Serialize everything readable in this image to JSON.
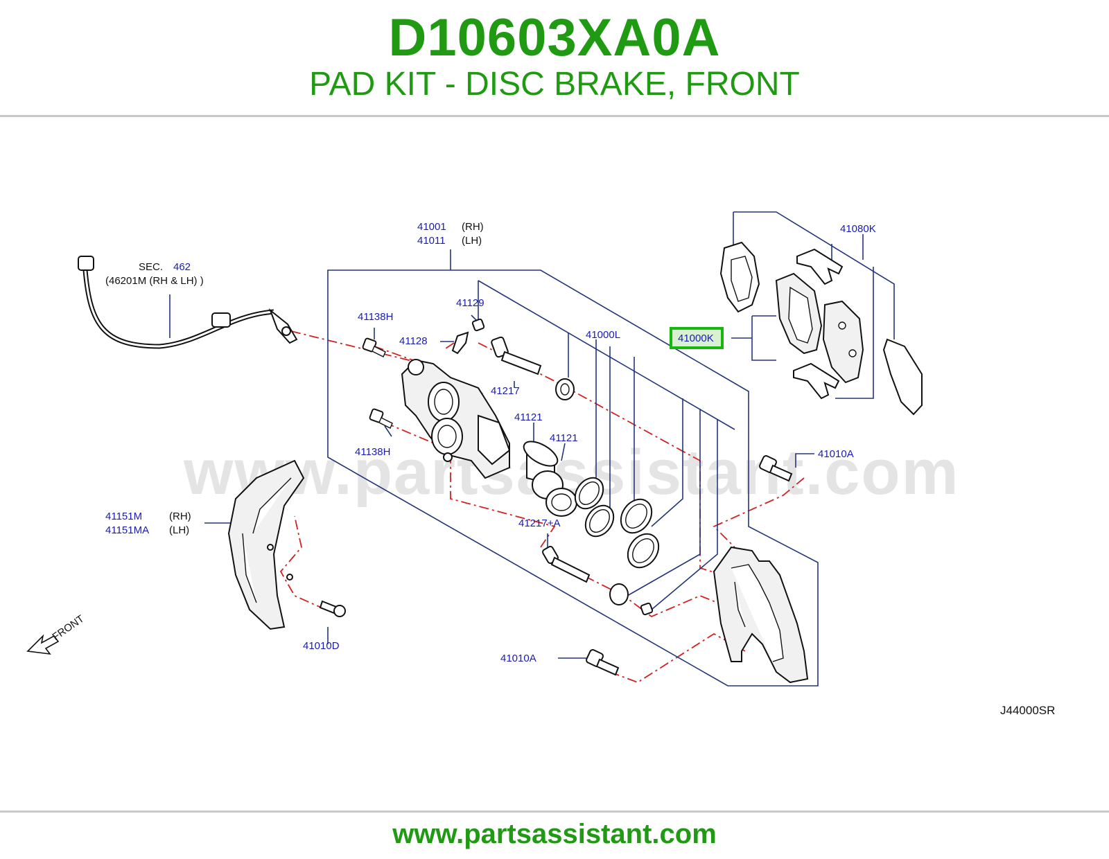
{
  "header": {
    "part_number": "D10603XA0A",
    "part_title": "PAD KIT - DISC BRAKE, FRONT"
  },
  "watermark": "www.partsassistant.com",
  "footer": {
    "url": "www.partsassistant.com"
  },
  "diagram": {
    "code": "J44000SR",
    "front_label": "FRONT",
    "highlighted": "41000K",
    "labels": {
      "sec": "SEC.",
      "sec_num": "462",
      "hose_ref": "(46201M   (RH   &   LH)   )",
      "p41001": "41001",
      "p41001_side": "(RH)",
      "p41011": "41011",
      "p41011_side": "(LH)",
      "p41080k": "41080K",
      "p41000k": "41000K",
      "p41129": "41129",
      "p41138h_top": "41138H",
      "p41128": "41128",
      "p41000l": "41000L",
      "p41217": "41217",
      "p41121_a": "41121",
      "p41121_b": "41121",
      "p41138h_bottom": "41138H",
      "p41010a_right": "41010A",
      "p41151m": "41151M",
      "p41151m_side": "(RH)",
      "p41151ma": "41151MA",
      "p41151ma_side": "(LH)",
      "p41217a": "41217+A",
      "p41010d": "41010D",
      "p41010a_bottom": "41010A"
    }
  },
  "colors": {
    "brand_green": "#1f9a12",
    "label_blue": "#1a1ab4",
    "leader_navy": "#23357a",
    "centerline_red": "#d42020",
    "highlight_green": "#16b80e"
  }
}
